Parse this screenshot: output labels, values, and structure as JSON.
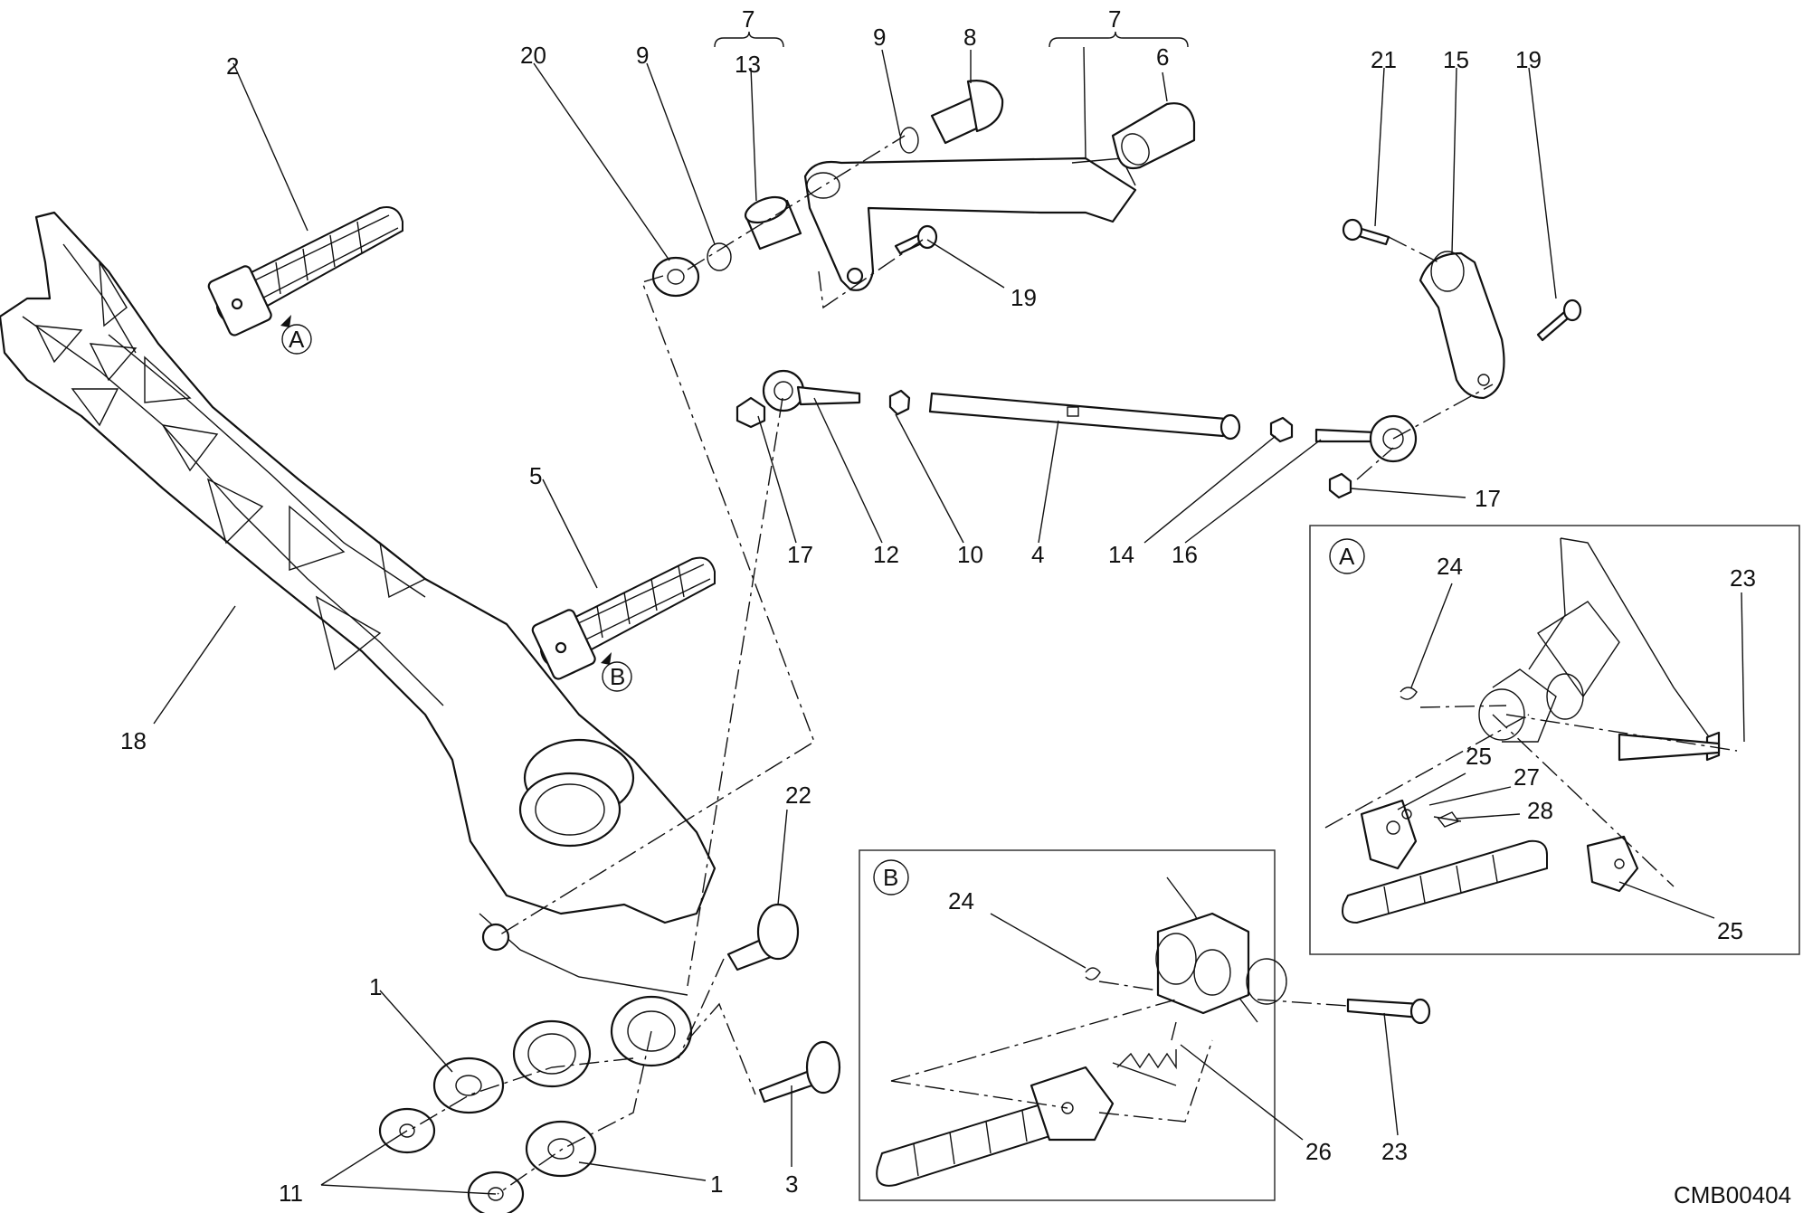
{
  "diagram_code": "CMB00404",
  "detail_labels": {
    "a": "A",
    "b": "B"
  },
  "callouts": [
    "2",
    "20",
    "9",
    "7",
    "13",
    "9",
    "8",
    "7",
    "6",
    "21",
    "15",
    "19",
    "19",
    "17",
    "12",
    "10",
    "4",
    "14",
    "16",
    "17",
    "5",
    "18",
    "22",
    "1",
    "11",
    "1",
    "3",
    "24",
    "23",
    "25",
    "27",
    "28",
    "25",
    "24",
    "26",
    "23"
  ],
  "colors": {
    "line": "#111111",
    "background": "#ffffff",
    "box": "#333333"
  }
}
